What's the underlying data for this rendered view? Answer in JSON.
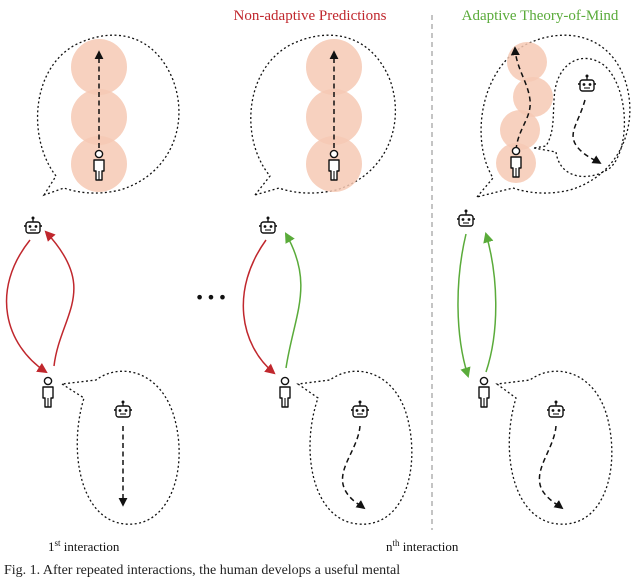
{
  "titles": {
    "non_adaptive": "Non-adaptive Predictions",
    "adaptive": "Adaptive Theory-of-Mind"
  },
  "labels": {
    "first_base": "1",
    "first_sup": "st",
    "first_rest": " interaction",
    "nth_base": "n",
    "nth_sup": "th",
    "nth_rest": " interaction",
    "ellipsis": "•••"
  },
  "caption": "Fig. 1.   After repeated interactions, the human develops a useful mental",
  "colors": {
    "red": "#c0272d",
    "green": "#5aab3a",
    "blob": "#f6c9b4",
    "blob_overlap": "#f0a98d",
    "divider": "#aaaaaa",
    "line": "#111111"
  },
  "icons": [
    "robot-icon",
    "human-icon",
    "robot-ellipsis-icon"
  ]
}
